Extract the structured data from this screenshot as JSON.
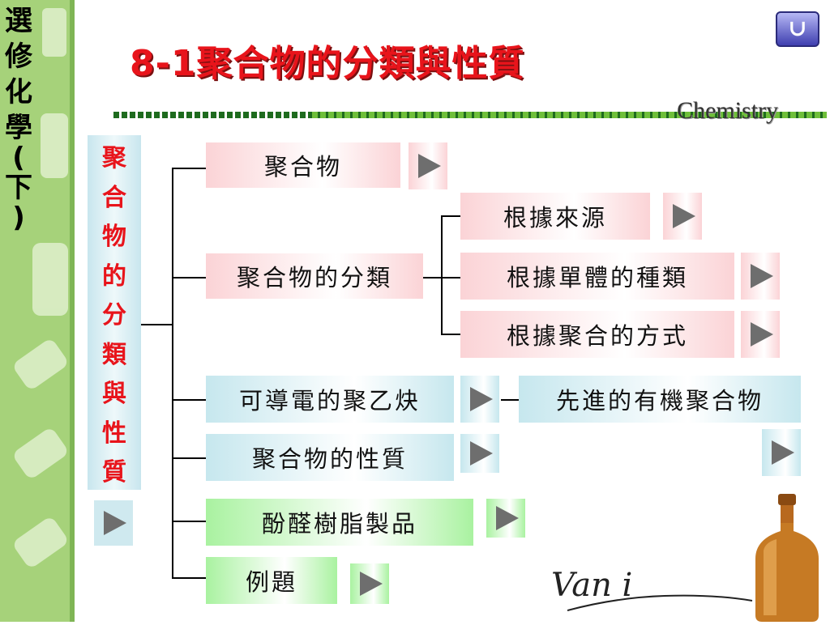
{
  "sidebar": {
    "title_chars": [
      "選",
      "修",
      "化",
      "學",
      "(",
      "下",
      ")"
    ]
  },
  "header": {
    "title": "8-1聚合物的分類與性質",
    "brand": "Chemistry",
    "home_icon": "u-turn-icon"
  },
  "main_topic": "聚合物的分類與性質",
  "nodes": {
    "polymer": "聚合物",
    "classification": "聚合物的分類",
    "by_source": "根據來源",
    "by_monomer": "根據單體的種類",
    "by_method": "根據聚合的方式",
    "conductive": "可導電的聚乙炔",
    "advanced": "先進的有機聚合物",
    "properties": "聚合物的性質",
    "phenolic": "酚醛樹脂製品",
    "examples": "例題"
  },
  "signature": "Van i",
  "colors": {
    "title": "#e8141b",
    "sidebar": "#a6d27a",
    "arrow": "#6e6e6e"
  }
}
